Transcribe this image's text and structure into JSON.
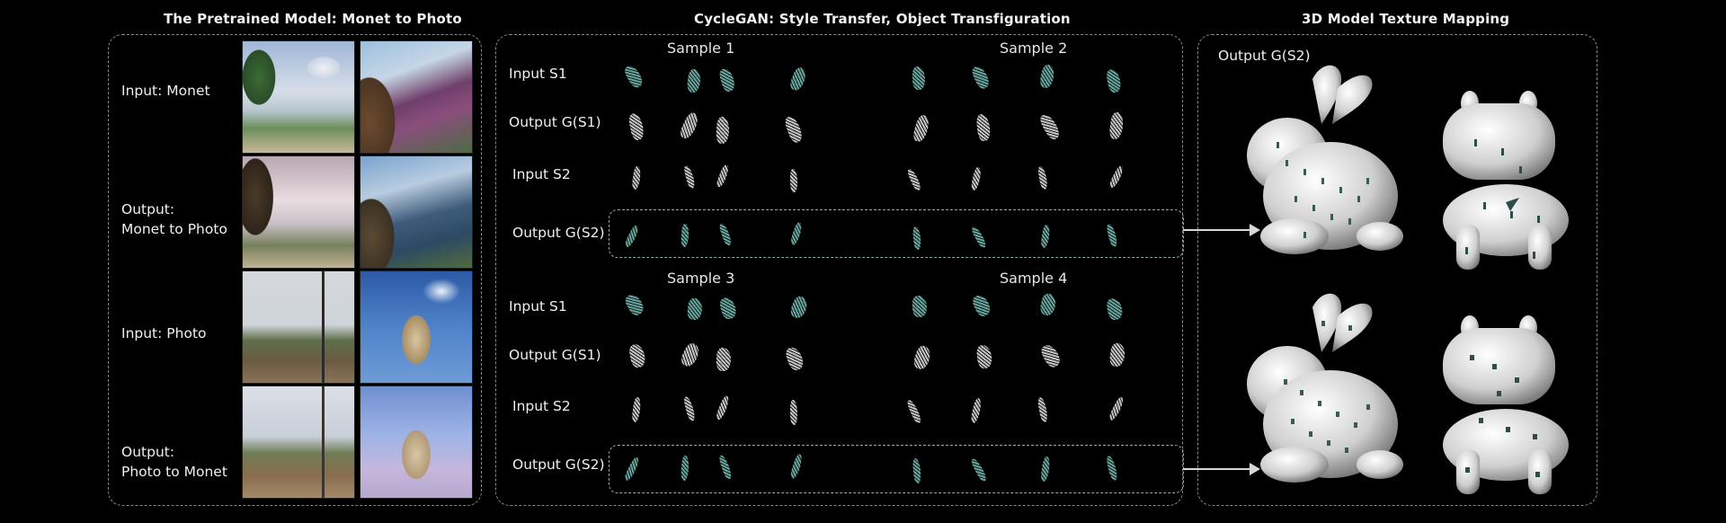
{
  "titles": {
    "left": "The Pretrained Model:   Monet to Photo",
    "middle": "CycleGAN: Style Transfer, Object Transfiguration",
    "right": "3D Model Texture Mapping"
  },
  "left_panel": {
    "rows": [
      {
        "line1": "Input: Monet",
        "line2": ""
      },
      {
        "line1": "Output:",
        "line2": "Monet to Photo"
      },
      {
        "line1": "Input: Photo",
        "line2": ""
      },
      {
        "line1": "Output:",
        "line2": "Photo to Monet"
      }
    ]
  },
  "middle_panel": {
    "samples": [
      "Sample 1",
      "Sample 2",
      "Sample 3",
      "Sample 4"
    ],
    "row_labels": [
      "Input S1",
      "Output G(S1)",
      "Input S2",
      "Output G(S2)"
    ]
  },
  "right_panel": {
    "label": "Output G(S2)"
  },
  "colors": {
    "background": "#000000",
    "panel_border": "#8a8a8a",
    "teal_texture": "#6fb9b0",
    "white_texture": "#d9d9d9"
  }
}
